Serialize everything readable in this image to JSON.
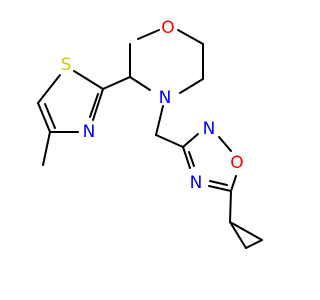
{
  "colors": {
    "bond": "#000000",
    "oxygen": "#FF0000",
    "nitrogen": "#0000FF",
    "sulfur": "#CCCC00",
    "background": "#FFFFFF"
  },
  "atoms": {
    "morpholine_O": "O",
    "morpholine_N": "N",
    "thiazole_S": "S",
    "thiazole_N": "N",
    "oxadiazole_N2": "N",
    "oxadiazole_O": "O",
    "oxadiazole_N4": "N"
  }
}
